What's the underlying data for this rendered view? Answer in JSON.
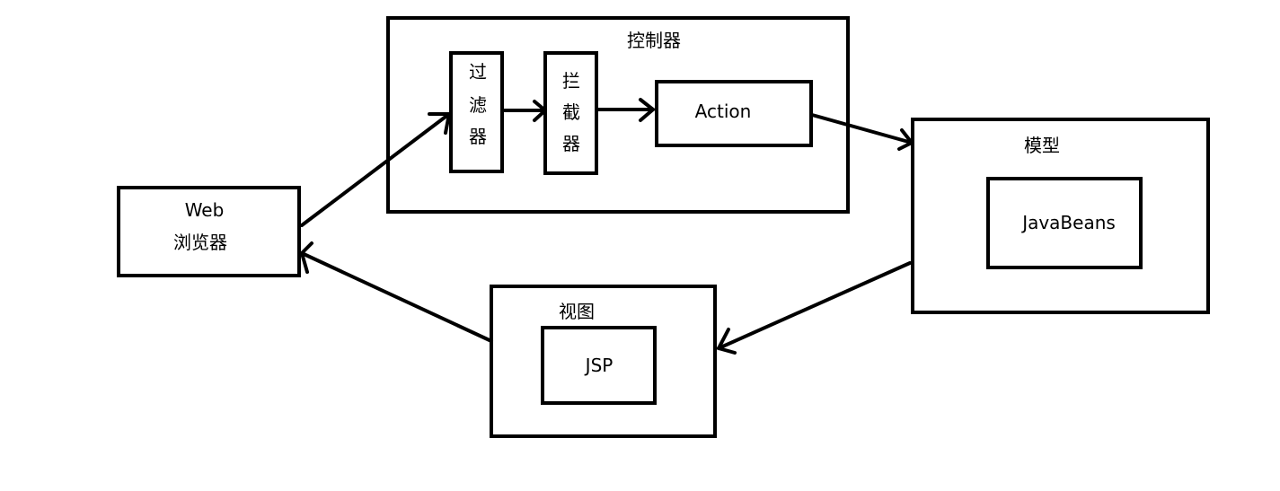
{
  "browser": {
    "line1": "Web",
    "line2": "浏览器"
  },
  "controller": {
    "title": "控制器",
    "filter": [
      "过",
      "滤",
      "器"
    ],
    "interceptor": [
      "拦",
      "截",
      "器"
    ],
    "action": "Action"
  },
  "model": {
    "title": "模型",
    "component": "JavaBeans"
  },
  "view": {
    "title": "视图",
    "component": "JSP"
  }
}
